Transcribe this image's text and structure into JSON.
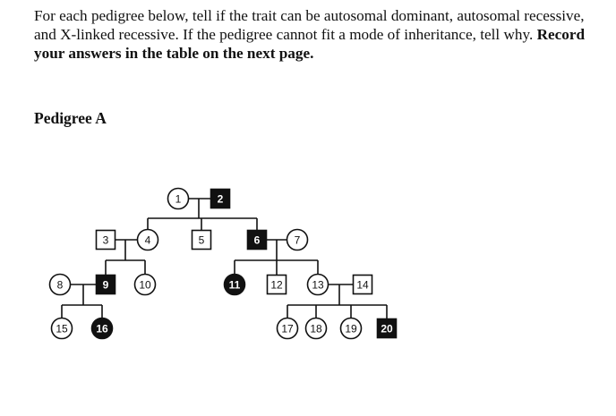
{
  "instructions": {
    "text": "For each pedigree below, tell if the trait can be autosomal dominant, autosomal recessive, and X-linked recessive. If the pedigree cannot fit a mode of inheritance, tell why. ",
    "emphasis": "Record your answers in the table on the next page."
  },
  "pedigree": {
    "title": "Pedigree A",
    "individuals": [
      {
        "id": "1",
        "sex": "female",
        "affected": false
      },
      {
        "id": "2",
        "sex": "male",
        "affected": true
      },
      {
        "id": "3",
        "sex": "male",
        "affected": false
      },
      {
        "id": "4",
        "sex": "female",
        "affected": false
      },
      {
        "id": "5",
        "sex": "male",
        "affected": false
      },
      {
        "id": "6",
        "sex": "male",
        "affected": true
      },
      {
        "id": "7",
        "sex": "female",
        "affected": false
      },
      {
        "id": "8",
        "sex": "female",
        "affected": false
      },
      {
        "id": "9",
        "sex": "male",
        "affected": true
      },
      {
        "id": "10",
        "sex": "female",
        "affected": false
      },
      {
        "id": "11",
        "sex": "female",
        "affected": true
      },
      {
        "id": "12",
        "sex": "male",
        "affected": false
      },
      {
        "id": "13",
        "sex": "female",
        "affected": false
      },
      {
        "id": "14",
        "sex": "male",
        "affected": false
      },
      {
        "id": "15",
        "sex": "female",
        "affected": false
      },
      {
        "id": "16",
        "sex": "female",
        "affected": true
      },
      {
        "id": "17",
        "sex": "female",
        "affected": false
      },
      {
        "id": "18",
        "sex": "female",
        "affected": false
      },
      {
        "id": "19",
        "sex": "female",
        "affected": false
      },
      {
        "id": "20",
        "sex": "male",
        "affected": true
      }
    ]
  }
}
